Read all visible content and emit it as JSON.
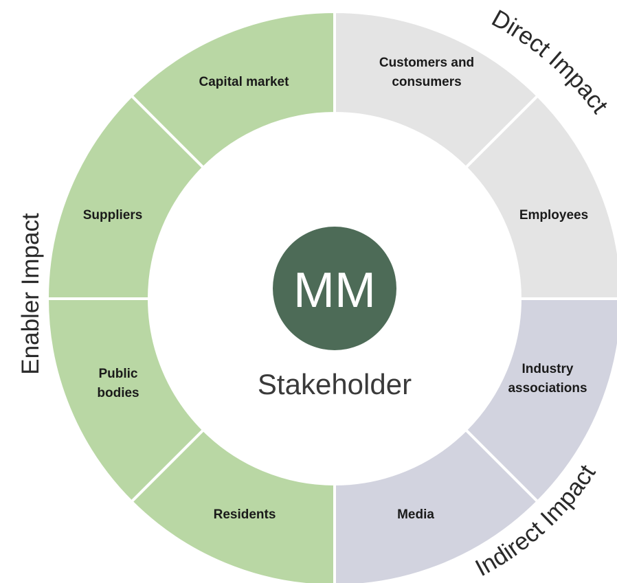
{
  "colors": {
    "enabler": "#b9d7a4",
    "direct": "#e4e4e4",
    "indirect": "#d2d3df",
    "logo_circle": "#4d6b57",
    "divider": "#ffffff",
    "inner": "#ffffff"
  },
  "center": {
    "logo": "MM",
    "title": "Stakeholder"
  },
  "segments": [
    {
      "id": "customers",
      "group": "direct",
      "lines": [
        "Customers and",
        "consumers"
      ]
    },
    {
      "id": "employees",
      "group": "direct",
      "lines": [
        "Employees"
      ]
    },
    {
      "id": "industry",
      "group": "indirect",
      "lines": [
        "Industry",
        "associations"
      ]
    },
    {
      "id": "media",
      "group": "indirect",
      "lines": [
        "Media"
      ]
    },
    {
      "id": "residents",
      "group": "enabler",
      "lines": [
        "Residents"
      ]
    },
    {
      "id": "public-bodies",
      "group": "enabler",
      "lines": [
        "Public",
        "bodies"
      ]
    },
    {
      "id": "suppliers",
      "group": "enabler",
      "lines": [
        "Suppliers"
      ]
    },
    {
      "id": "capital-market",
      "group": "enabler",
      "lines": [
        "Capital market"
      ]
    }
  ],
  "impacts": {
    "direct": "Direct Impact",
    "indirect": "Indirect Impact",
    "enabler": "Enabler Impact"
  }
}
